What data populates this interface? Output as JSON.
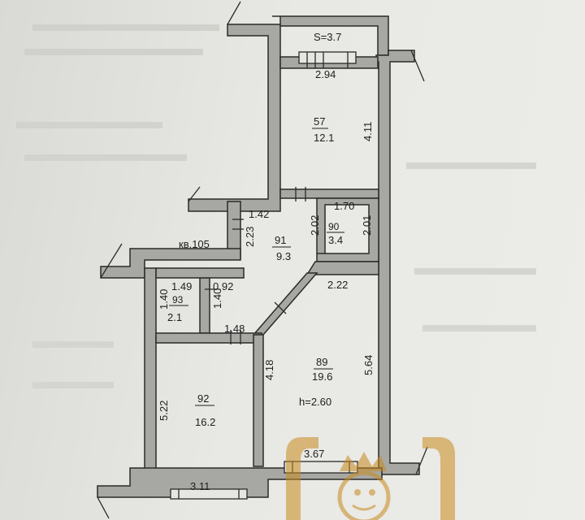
{
  "plan": {
    "balcony": {
      "area_label": "S=3.7",
      "width": "2.94"
    },
    "room57": {
      "number": "57",
      "area": "12.1",
      "side": "4.11"
    },
    "room90": {
      "number": "90",
      "area": "3.4",
      "width": "1.70",
      "left_side": "2.02",
      "right_side": "2.01"
    },
    "room91": {
      "number": "91",
      "area": "9.3",
      "top": "1.42",
      "side": "2.23"
    },
    "room93": {
      "number": "93",
      "area": "2.1",
      "top": "1.49",
      "side": "1.40"
    },
    "room93b": {
      "top": "0.92",
      "side": "1.40",
      "bottom": "1.48"
    },
    "room89": {
      "number": "89",
      "area": "19.6",
      "top": "2.22",
      "left": "4.18",
      "right": "5.64",
      "bottom": "3.67",
      "height": "h=2.60"
    },
    "room92": {
      "number": "92",
      "area": "16.2",
      "side": "5.22",
      "bottom": "3.11"
    },
    "apartment_label": "кв.105"
  },
  "colors": {
    "wall": "#a7a7a3",
    "outline": "#2a2a2a",
    "logo": "#c88a1e"
  },
  "icons": {
    "watermark": "horseshoe-logo-icon"
  }
}
